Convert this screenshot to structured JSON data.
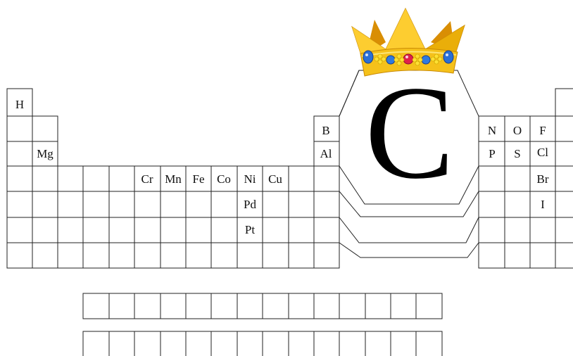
{
  "periodic_table": {
    "elements": {
      "H": "H",
      "Mg": "Mg",
      "Cr": "Cr",
      "Mn": "Mn",
      "Fe": "Fe",
      "Co": "Co",
      "Ni": "Ni",
      "Cu": "Cu",
      "Pd": "Pd",
      "Pt": "Pt",
      "B": "B",
      "Al": "Al",
      "N": "N",
      "O": "O",
      "F": "F",
      "P": "P",
      "S": "S",
      "Cl": "Cl",
      "Br": "Br",
      "I": "I"
    },
    "featured_element": "C"
  },
  "colors": {
    "line": "#222222",
    "crown_gold": "#f2b90c",
    "crown_dark": "#d98e04",
    "gem_red": "#e0204a",
    "gem_blue": "#2a6fd6",
    "gem_yellow": "#ffe033"
  }
}
